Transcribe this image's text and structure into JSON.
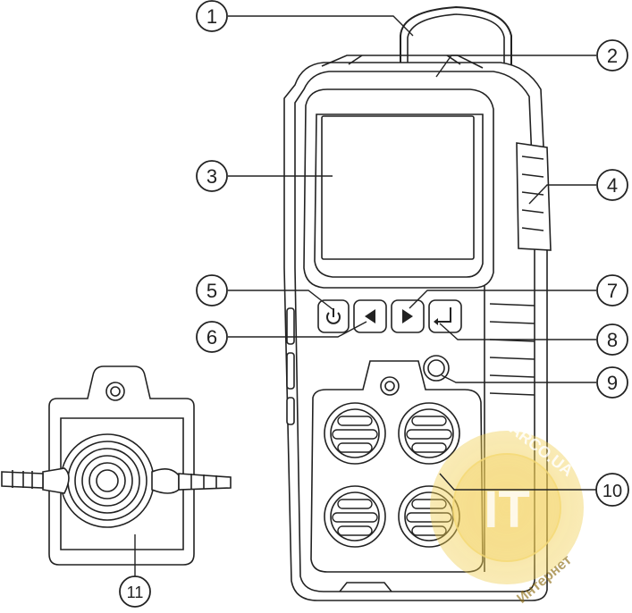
{
  "callouts": [
    {
      "id": "1",
      "label": "1"
    },
    {
      "id": "2",
      "label": "2"
    },
    {
      "id": "3",
      "label": "3"
    },
    {
      "id": "4",
      "label": "4"
    },
    {
      "id": "5",
      "label": "5"
    },
    {
      "id": "6",
      "label": "6"
    },
    {
      "id": "7",
      "label": "7"
    },
    {
      "id": "8",
      "label": "8"
    },
    {
      "id": "9",
      "label": "9"
    },
    {
      "id": "10",
      "label": "10"
    },
    {
      "id": "11",
      "label": "11"
    }
  ],
  "icons": {
    "power": "power-icon",
    "left": "arrow-left-icon",
    "right": "arrow-right-icon",
    "enter": "enter-icon"
  },
  "watermark": {
    "text_top": "ARCO.UA",
    "text_bottom": "Интернет",
    "logo": "IT",
    "color": "#f2cf55"
  },
  "colors": {
    "line": "#222222",
    "device_fill": "#ffffff",
    "screen_fill": "#ffffff"
  }
}
